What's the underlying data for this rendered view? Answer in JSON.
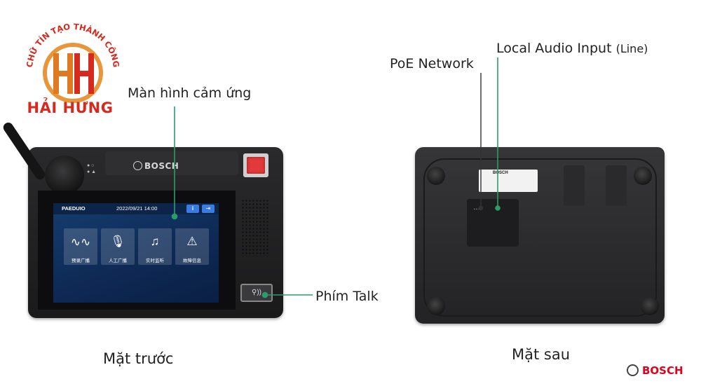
{
  "logo": {
    "arc_text": "CHỮ TÍN TẠO THÀNH CÔNG",
    "brand": "HẢI HƯNG",
    "accent": "#d62a1f"
  },
  "labels": {
    "touchscreen": "Màn hình cảm ứng",
    "talk_key": "Phím Talk",
    "poe": "PoE Network",
    "audio_input": "Local Audio Input",
    "audio_input_suffix": "(Line)"
  },
  "captions": {
    "front": "Mặt trước",
    "back": "Mặt sau"
  },
  "device": {
    "brand": "BOSCH",
    "screen": {
      "app": "PAEDUIO",
      "datetime": "2022/09/21  14:00",
      "tiles": [
        {
          "icon": "waveform-icon",
          "label": "预录广播"
        },
        {
          "icon": "microphone-icon",
          "label": "人工广播"
        },
        {
          "icon": "headphones-icon",
          "label": "实时监听"
        },
        {
          "icon": "warning-icon",
          "label": "故障信息"
        }
      ]
    }
  },
  "footer": {
    "brand": "BOSCH",
    "brand_color": "#e2001a"
  },
  "colors": {
    "line_color": "#2a9d6b"
  }
}
